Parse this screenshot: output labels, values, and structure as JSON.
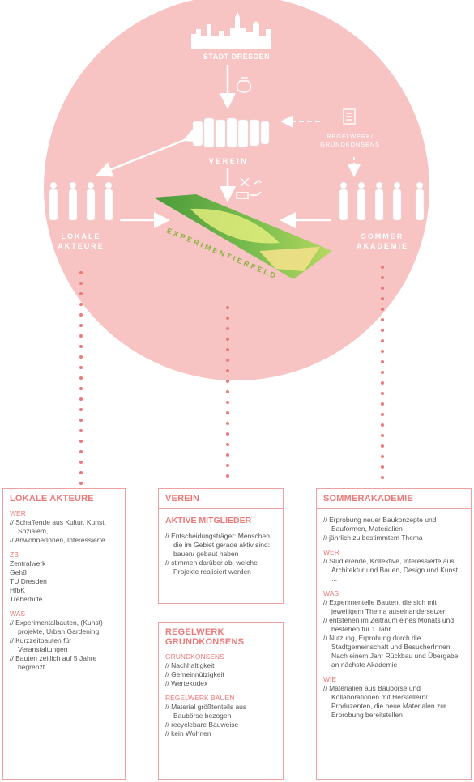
{
  "diagram": {
    "stadt": "STADT DRESDEN",
    "verein": "VEREIN",
    "regelwerk": [
      "REGELWERK/",
      "GRUNDKONSENS"
    ],
    "lokale": [
      "LOKALE",
      "AKTEURE"
    ],
    "sommer": [
      "SOMMER",
      "AKADEMIE"
    ],
    "feld": "EXPERIMENTIERFELD"
  },
  "lokale_akteure": {
    "title": "LOKALE AKTEURE",
    "wer_label": "WER",
    "wer_items": [
      "// Schaffende aus Kultur, Kunst, Sozialem, ...",
      "// AnwohnerInnen, Interessierte"
    ],
    "zb_label": "ZB",
    "zb_items": [
      "Zentralwerk",
      "Geh8",
      "TU Dresden",
      "HfbK",
      "Treberhilfe"
    ],
    "was_label": "WAS",
    "was_items": [
      "// Experimentalbauten, (Kunst) projekte, Urban Gardening",
      "// Kurzzeitbauten für Veranstaltungen",
      "// Bauten zeitlich auf 5 Jahre begrenzt"
    ]
  },
  "verein_box": {
    "title": "VEREIN",
    "subtitle": "AKTIVE MITGLIEDER",
    "items": [
      "// Entscheidungsträger: Menschen, die im Gebiet gerade aktiv sind: bauen/ gebaut haben",
      "// stimmen darüber ab, welche Projekte realisiert werden"
    ]
  },
  "regelwerk_box": {
    "title_line1": "REGELWERK",
    "title_line2": "GRUNDKONSENS",
    "grund_label": "GRUNDKONSENS",
    "grund_items": [
      "// Nachhaltigkeit",
      "// Gemeinnützigkeit",
      "// Wertekodex"
    ],
    "bauen_label": "REGELWERK BAUEN",
    "bauen_items": [
      "// Material größtenteils aus Baubörse bezogen",
      "// recyclebare Bauweise",
      "// kein Wohnen"
    ]
  },
  "sommer_box": {
    "title": "SOMMERAKADEMIE",
    "intro_items": [
      "// Erprobung neuer Baukonzepte und Bauformen, Materialien",
      "// jährlich zu bestimmtem Thema"
    ],
    "wer_label": "WER",
    "wer_items": [
      "// Studierende, Kollektive, Interessierte aus Architektur und Bauen, Design und Kunst, ..."
    ],
    "was_label": "WAS",
    "was_items": [
      "// Experimentelle Bauten, die sich mit jeweiligem Thema auseinandersetzen",
      "// entstehen im Zeitraum eines Monats und bestehen für 1 Jahr",
      "// Nutzung, Erprobung durch die Stadtgemeinschaft und BesucherInnen. Nach einem Jahr Rückbau und Übergabe an nächste Akademie"
    ],
    "wie_label": "WIE",
    "wie_items": [
      "// Materialien aus Baubörse und Kollaborationen mit Herstellern/ Produzenten, die neue Materialen zur Erprobung bereitstellen"
    ]
  }
}
